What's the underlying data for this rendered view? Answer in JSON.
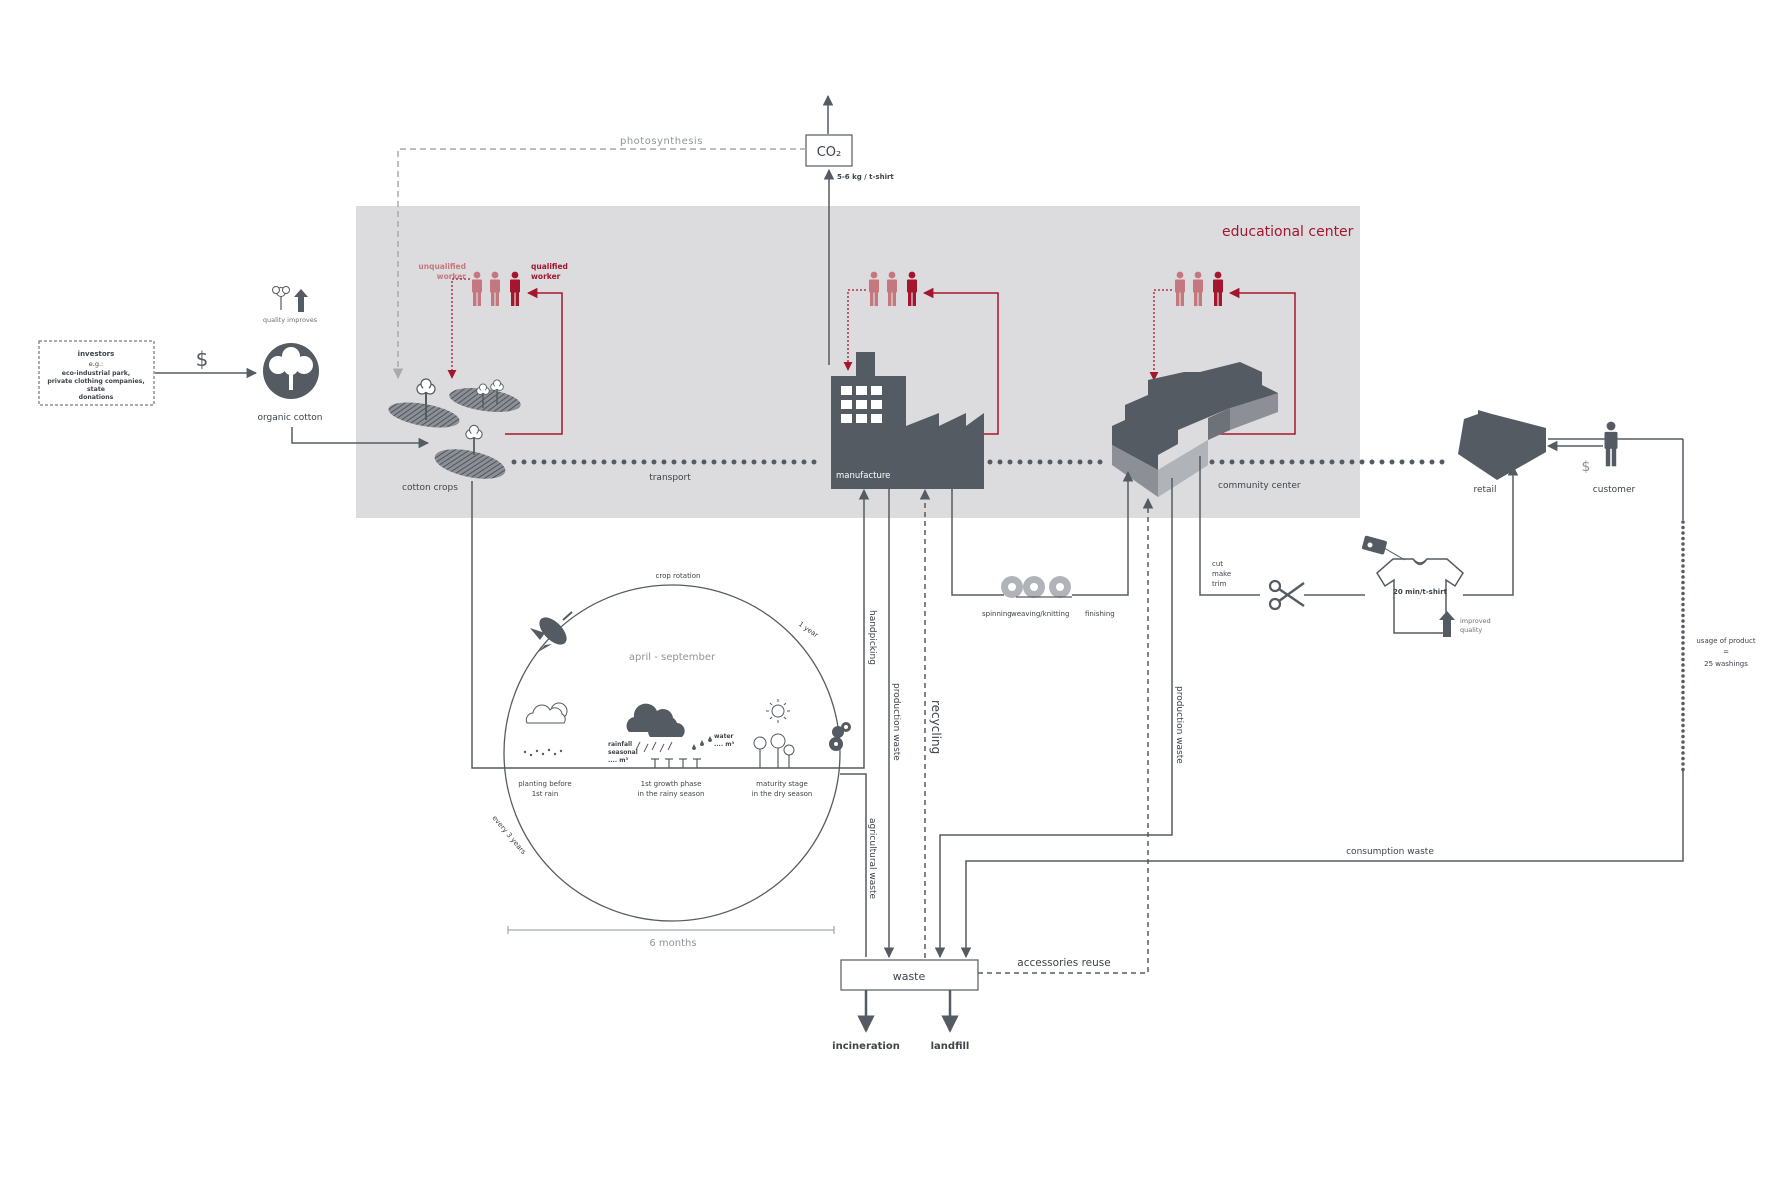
{
  "educational_center": "educational center",
  "co2": {
    "label": "CO₂",
    "amount": "5-6 kg / t-shirt"
  },
  "photosynthesis": "photosynthesis",
  "investors": {
    "title": "investors",
    "eg": "e.g.:",
    "items": [
      "eco-industrial park,",
      "private clothing companies,",
      "state",
      "donations"
    ]
  },
  "dollar": "$",
  "quality_improves": "quality improves",
  "organic_cotton": "organic cotton",
  "workers": {
    "unqualified": [
      "unqualified",
      "worker"
    ],
    "qualified": [
      "qualified",
      "worker"
    ]
  },
  "nodes": {
    "cotton_crops": "cotton crops",
    "transport": "transport",
    "manufacture": "manufacture",
    "community_center": "community center",
    "retail": "retail",
    "customer": "customer"
  },
  "processing": {
    "spinning": "spinning",
    "weaving": "weaving/knitting",
    "finishing": "finishing"
  },
  "cut_make_trim": [
    "cut",
    "make",
    "trim"
  ],
  "tshirt_time": "20 min/t-shirt",
  "improved_quality": [
    "improved",
    "quality"
  ],
  "usage": [
    "usage of product",
    "=",
    "25 washings"
  ],
  "cycle": {
    "crop_rotation": "crop rotation",
    "one_year": "1 year",
    "every_3_years": "every 3 years",
    "season": "april  -  september",
    "rainfall": [
      "rainfall",
      "seasonal",
      ".... m³"
    ],
    "water": [
      "water",
      ".... m³"
    ],
    "phases": [
      [
        "planting before",
        "1st rain"
      ],
      [
        "1st growth phase",
        "in the rainy season"
      ],
      [
        "maturity stage",
        "in the dry season"
      ]
    ],
    "duration": "6 months"
  },
  "flows": {
    "handpicking": "handpicking",
    "production_waste_1": "production waste",
    "recycling": "recycling",
    "production_waste_2": "production waste",
    "agricultural_waste": "agricultural waste",
    "consumption_waste": "consumption    waste",
    "accessories_reuse": "accessories reuse"
  },
  "waste": {
    "label": "waste",
    "incineration": "incineration",
    "landfill": "landfill"
  },
  "colors": {
    "dark": "#555b62",
    "accent": "#a3162e",
    "worker_light": "#c4787e",
    "band": "#dcdcde"
  }
}
